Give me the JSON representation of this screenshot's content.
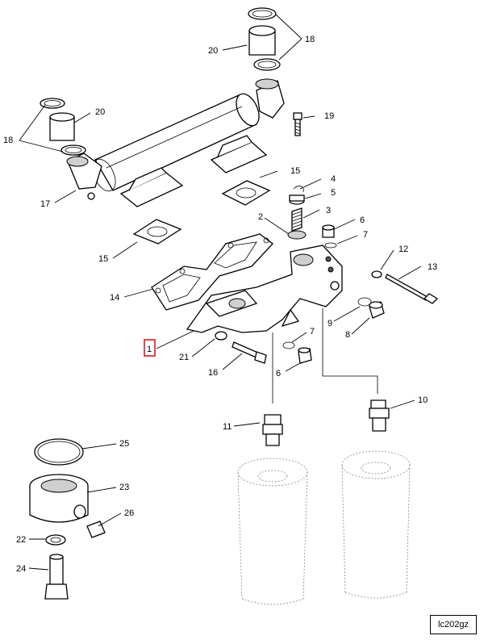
{
  "callouts": {
    "c20a": "20",
    "c18a": "18",
    "c20b": "20",
    "c19": "19",
    "c18b": "18",
    "c17": "17",
    "c15a": "15",
    "c4": "4",
    "c5": "5",
    "c15b": "15",
    "c2": "2",
    "c3": "3",
    "c6a": "6",
    "c7a": "7",
    "c12": "12",
    "c13": "13",
    "c14": "14",
    "c9": "9",
    "c8": "8",
    "c1": "1",
    "c7b": "7",
    "c21": "21",
    "c16": "16",
    "c6b": "6",
    "c10": "10",
    "c11": "11",
    "c25": "25",
    "c23": "23",
    "c26": "26",
    "c22": "22",
    "c24": "24"
  },
  "highlight_color": "#e0161b",
  "reference_code": "lc202gz"
}
